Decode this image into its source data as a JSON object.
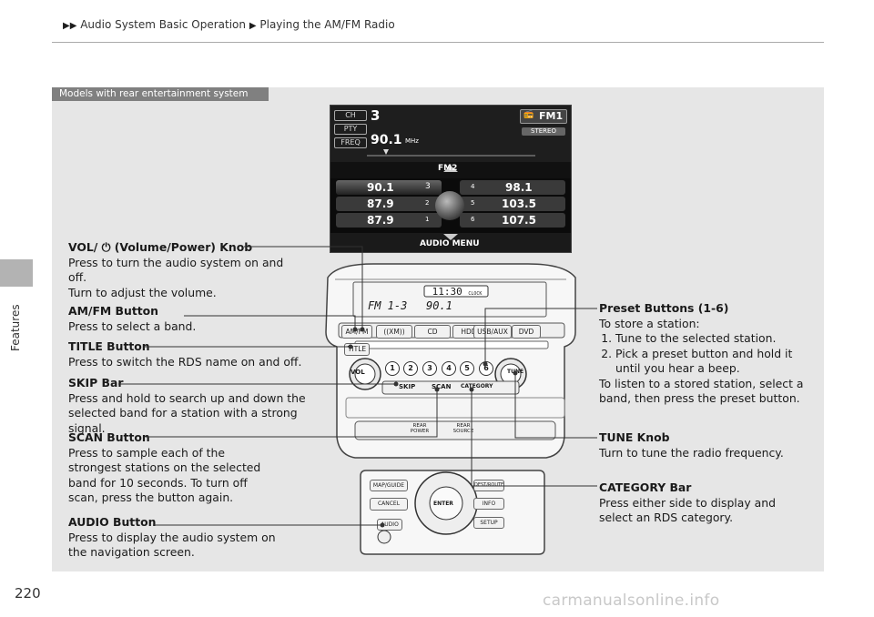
{
  "breadcrumb": {
    "level1": "Audio System Basic Operation",
    "level2": "Playing the AM/FM Radio"
  },
  "side_tab": "Features",
  "page_number": "220",
  "models_label": "Models with rear entertainment system",
  "callouts": {
    "vol": {
      "title": "VOL/ ⏻ (Volume/Power) Knob",
      "body1": "Press to turn the audio system on and off.",
      "body2": "Turn to adjust the volume."
    },
    "amfm": {
      "title": "AM/FM Button",
      "body": "Press to select a band."
    },
    "title_btn": {
      "title": "TITLE Button",
      "body": "Press to switch the RDS name on and off."
    },
    "skip": {
      "title": "SKIP Bar",
      "body": "Press and hold to search up and down the selected band for a station with a strong signal."
    },
    "scan": {
      "title": "SCAN Button",
      "body": "Press to sample each of the strongest stations on the selected band for 10 seconds. To turn off scan, press the button again."
    },
    "audio": {
      "title": "AUDIO Button",
      "body": "Press to display the audio system on the navigation screen."
    },
    "preset": {
      "title": "Preset Buttons (1-6)",
      "intro": "To store a station:",
      "steps": [
        "Tune to the selected station.",
        "Pick a preset button and hold it until you hear a beep."
      ],
      "body2": "To listen to a stored station, select a band, then press the preset button."
    },
    "tune": {
      "title": "TUNE Knob",
      "body": "Turn to tune the radio frequency."
    },
    "category": {
      "title": "CATEGORY Bar",
      "body": "Press either side to display and select an RDS category."
    }
  },
  "screen": {
    "ch_label": "CH",
    "ch_value": "3",
    "pty_label": "PTY",
    "freq_label": "FREQ",
    "freq_value": "90.1",
    "freq_unit": "MHz",
    "band": "FM1",
    "stereo": "STEREO",
    "band2": "FM2",
    "presets_left": [
      "90.1",
      "87.9",
      "87.9"
    ],
    "presets_right": [
      "98.1",
      "103.5",
      "107.5"
    ],
    "nums_left": [
      "3",
      "2",
      "1"
    ],
    "nums_right": [
      "4",
      "5",
      "6"
    ],
    "menu": "AUDIO MENU"
  },
  "radio": {
    "lcd_time": "11:30",
    "lcd_clock": "CLOCK",
    "lcd_band": "FM 1-3",
    "lcd_freq": "90.1",
    "buttons": [
      "AM/FM",
      "((XM))",
      "CD",
      "HDD",
      "USB/AUX",
      "DVD"
    ],
    "title": "TITLE",
    "vol": "VOL",
    "tune": "TUNE",
    "skip": "SKIP",
    "scan": "SCAN",
    "category": "CATEGORY",
    "presets": [
      "1",
      "2",
      "3",
      "4",
      "5",
      "6"
    ],
    "rear_power": "REAR POWER",
    "rear_source": "REAR SOURCE",
    "nav_buttons": {
      "map": "MAP/GUIDE",
      "cancel": "CANCEL",
      "enter": "ENTER",
      "info": "INFO",
      "setup": "SETUP",
      "audio": "AUDIO",
      "dest": "DEST/ROUTE"
    }
  },
  "watermark": "carmanualsonline.info"
}
